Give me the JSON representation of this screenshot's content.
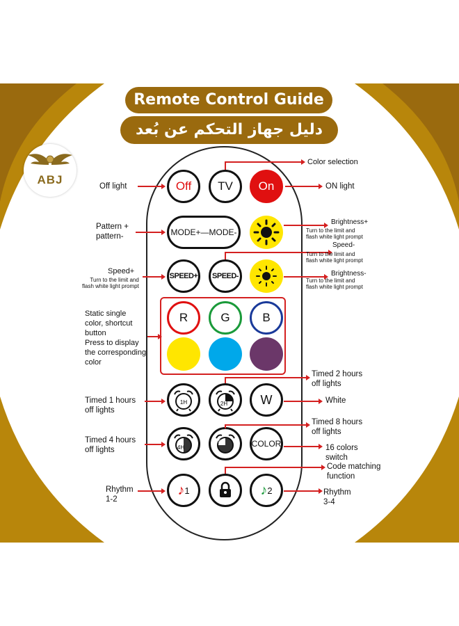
{
  "header": {
    "title": "Remote Control Guide",
    "subtitle": "دليل جهاز التحكم عن بُعد",
    "logo_text": "ABJ"
  },
  "colors": {
    "gold": "#9a6a0e",
    "red": "#e01010",
    "annotation": "#d42020",
    "yellow": "#ffe600",
    "blue": "#00a8ea",
    "purple": "#6b3769",
    "green_ring": "#1a9a3a",
    "blue_ring": "#1a3a9a"
  },
  "buttons": {
    "off": "Off",
    "tv": "TV",
    "on": "On",
    "mode": "MODE+—MODE-",
    "speed_plus": "SPEED+",
    "speed_minus": "SPEED-",
    "r": "R",
    "g": "G",
    "b": "B",
    "w": "W",
    "timer1": "1H",
    "timer2": "2H",
    "timer4": "4H",
    "timer8": "8H",
    "color": "COLOR",
    "rhythm1": "1",
    "rhythm2": "2"
  },
  "labels": {
    "color_selection": "Color selection",
    "off_light": "Off light",
    "on_light": "ON light",
    "pattern": "Pattern +\npattern-",
    "brightness_plus": "Brightness+",
    "brightness_plus_note": "Turn to the limit and\nflash white light prompt",
    "speed_minus": "Speed-",
    "speed_minus_note": "Turn to the limit and\nflash white light prompt",
    "speed_plus": "Speed+",
    "speed_plus_note": "Turn to the limit and\nflash white light prompt",
    "brightness_minus": "Brightness-",
    "brightness_minus_note": "Turn to the limit and\nflash white light prompt",
    "static_color": "Static single\ncolor, shortcut\nbutton\nPress to display\nthe corresponding\ncolor",
    "timed2": "Timed 2 hours\noff lights",
    "timed1": "Timed 1 hours\noff lights",
    "white": "White",
    "timed8": "Timed 8 hours\noff lights",
    "timed4": "Timed 4 hours\noff lights",
    "colors16": "16 colors\nswitch",
    "code_matching": "Code matching\nfunction",
    "rhythm12": "Rhythm\n1-2",
    "rhythm34": "Rhythm\n3-4"
  }
}
